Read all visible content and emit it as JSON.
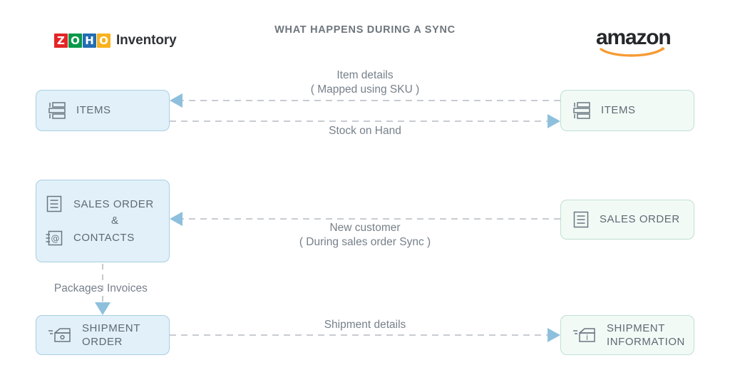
{
  "header": {
    "title": "WHAT HAPPENS DURING A SYNC",
    "left_brand": {
      "name": "Zoho Inventory",
      "logo_tiles": [
        "Z",
        "O",
        "H",
        "O"
      ],
      "wordmark": "Inventory",
      "tile_colors": [
        "#e42527",
        "#089949",
        "#226db4",
        "#f9b21d"
      ]
    },
    "right_brand": {
      "name": "amazon",
      "wordmark": "amazon",
      "smile_color": "#f79b34"
    }
  },
  "theme": {
    "left_box_fill": "#e1f0f9",
    "left_box_border": "#a9cfe2",
    "right_box_fill": "#f2faf6",
    "right_box_border": "#bfe0d2",
    "arrow_color": "#8ec0dd",
    "dash_color": "#b6bcc2",
    "text_color": "#6b7680"
  },
  "nodes": {
    "items_left": {
      "label": "ITEMS",
      "icon": "items-stack-icon",
      "side": "left"
    },
    "items_right": {
      "label": "ITEMS",
      "icon": "items-stack-icon",
      "side": "right"
    },
    "sales_order_left": {
      "line1": "SALES ORDER",
      "conjunction": "&",
      "line2": "CONTACTS",
      "icon1": "document-lines-icon",
      "icon2": "contacts-at-icon",
      "side": "left"
    },
    "sales_order_right": {
      "label": "SALES ORDER",
      "icon": "document-lines-icon",
      "side": "right"
    },
    "shipment_left": {
      "label": "SHIPMENT\nORDER",
      "icon": "package-box-icon",
      "side": "left"
    },
    "shipment_right": {
      "label": "SHIPMENT\nINFORMATION",
      "icon": "package-info-icon",
      "side": "right"
    }
  },
  "connectors": {
    "item_details": {
      "label": "Item details\n( Mapped using SKU )",
      "direction": "right-to-left",
      "style": "dashed"
    },
    "stock_on_hand": {
      "label": "Stock on Hand",
      "direction": "left-to-right",
      "style": "dashed"
    },
    "new_customer": {
      "label": "New customer\n( During sales order Sync )",
      "direction": "right-to-left",
      "style": "dashed"
    },
    "shipment_details": {
      "label": "Shipment details",
      "direction": "left-to-right",
      "style": "dashed"
    },
    "packages_invoices": {
      "left_label": "Packages",
      "right_label": "Invoices",
      "direction": "top-to-bottom",
      "style": "dashed"
    }
  }
}
